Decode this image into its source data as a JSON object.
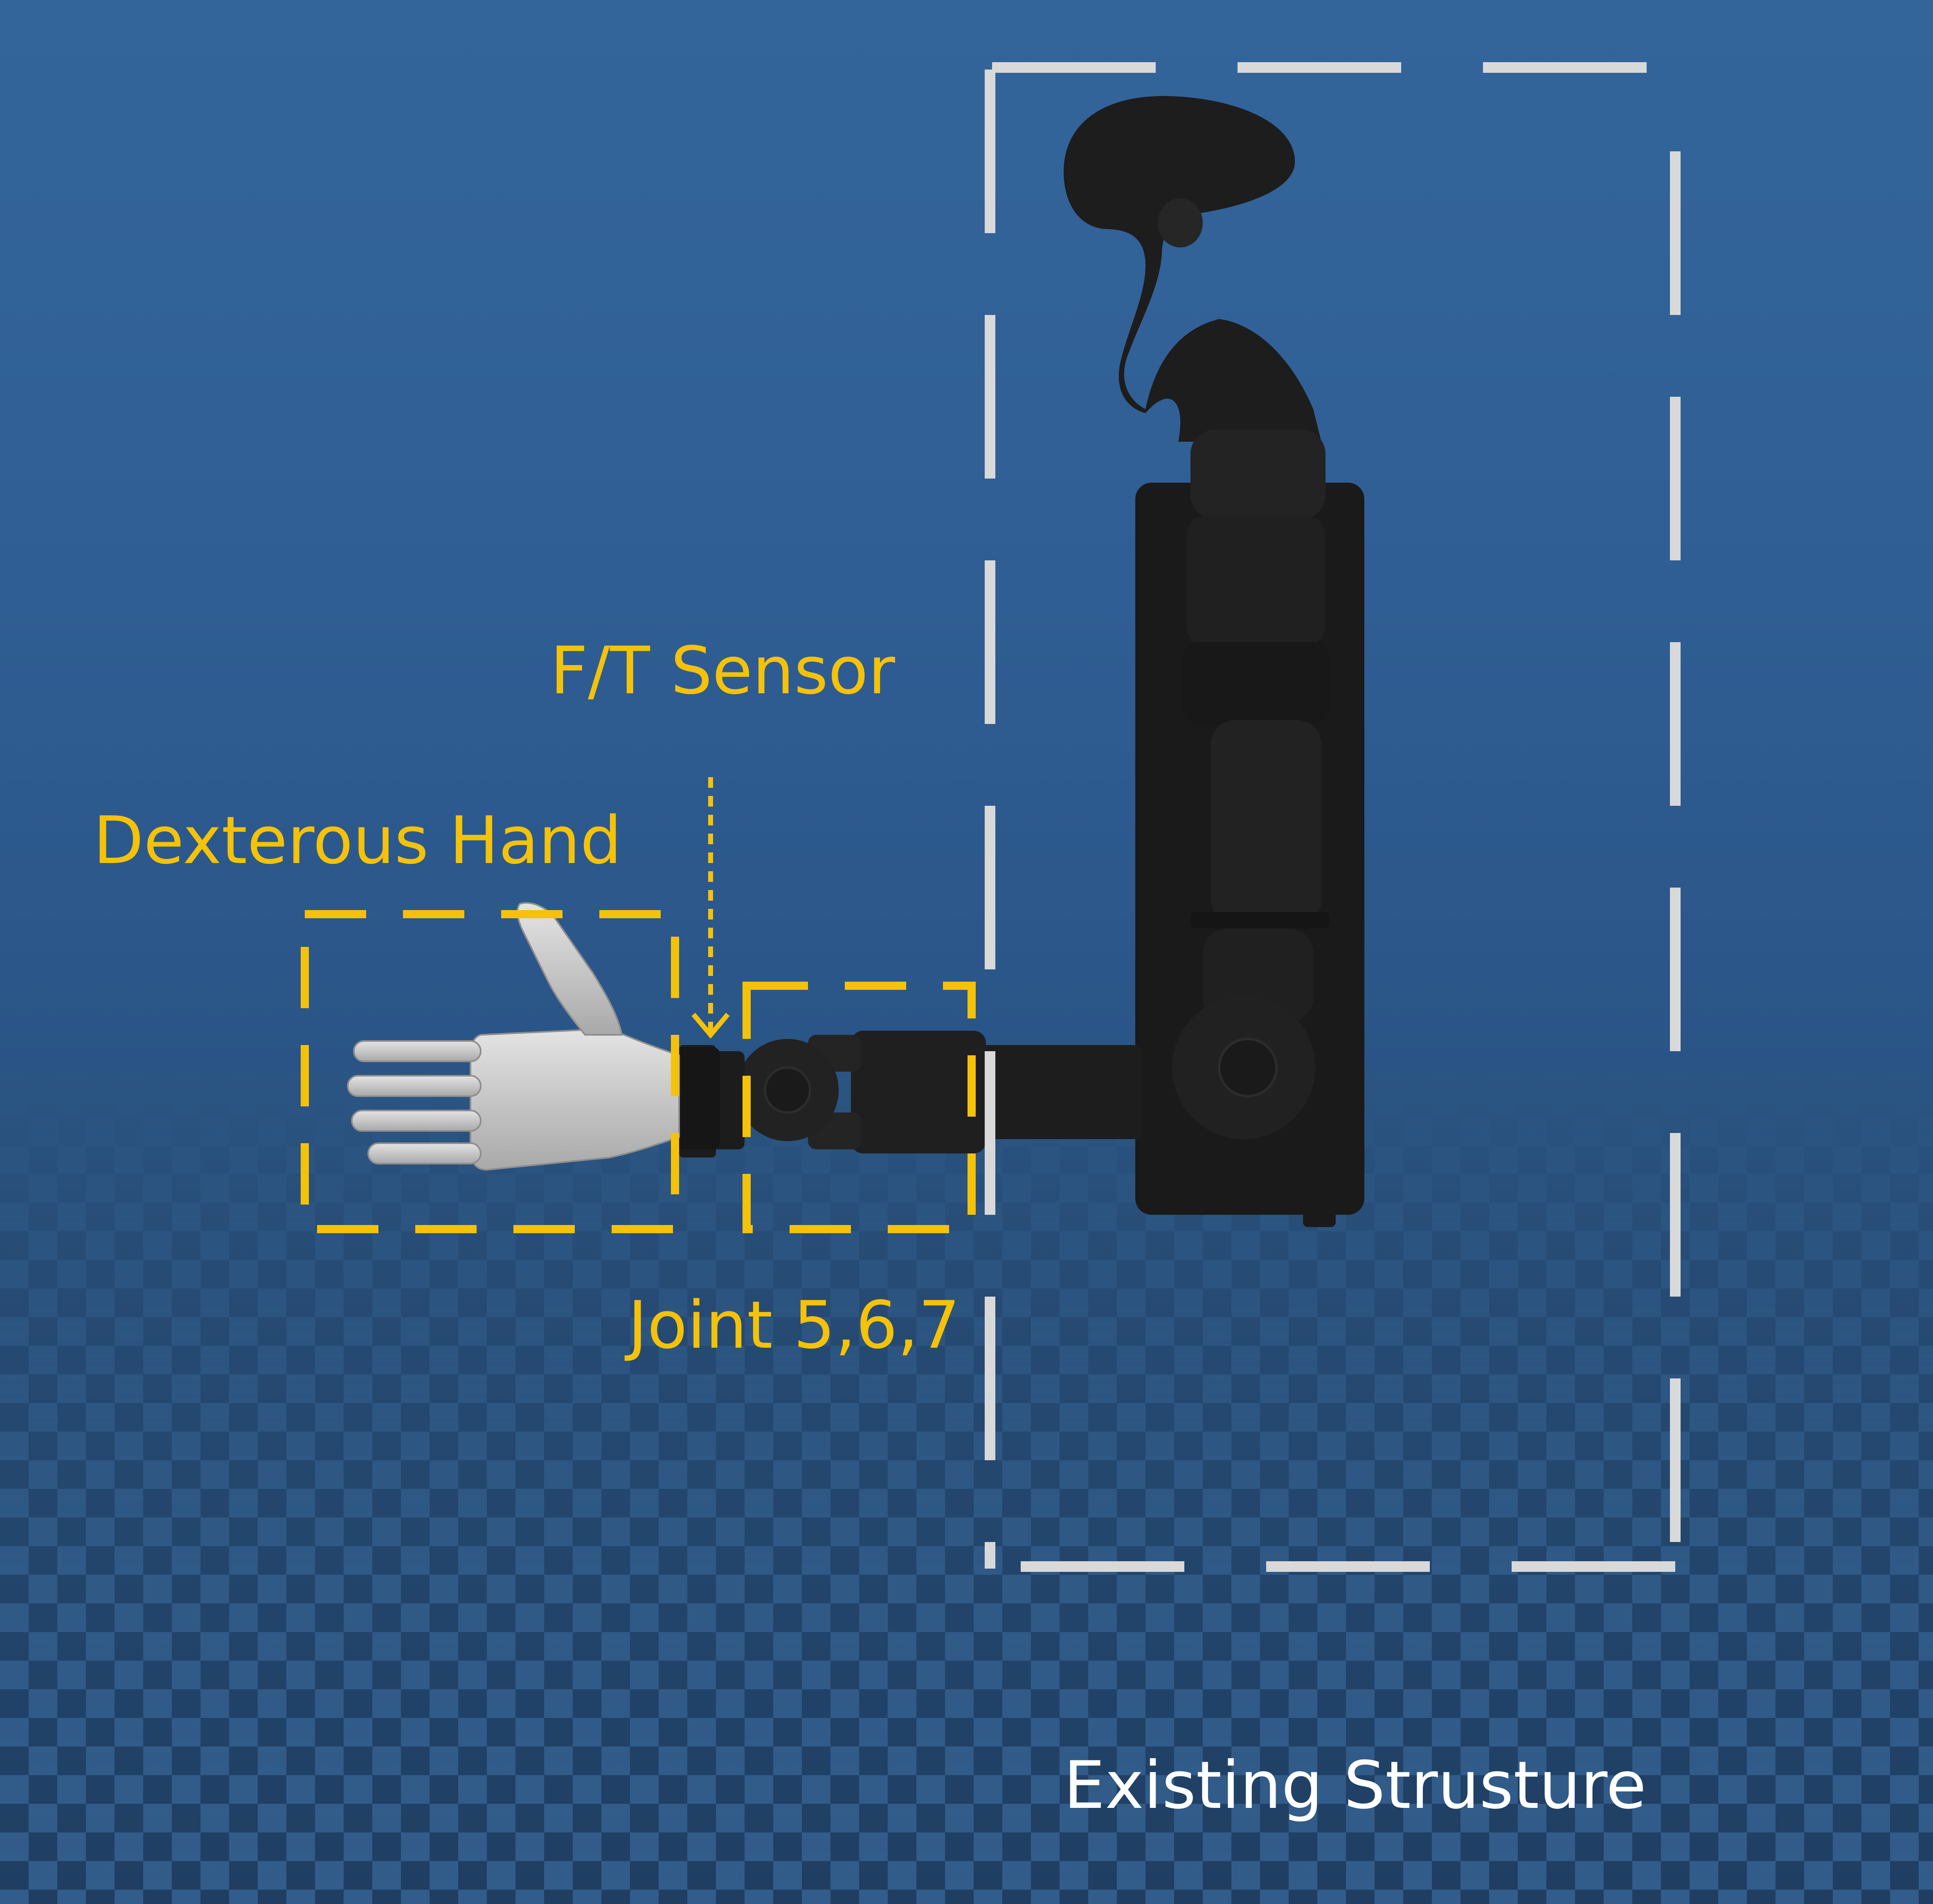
{
  "labels": {
    "ft_sensor": "F/T Sensor",
    "dexterous_hand": "Dexterous Hand",
    "joints": "Joint 5,6,7",
    "existing_structure": "Existing Strusture"
  },
  "colors": {
    "background": "#2f5f95",
    "annotation_accent": "#f5c20a",
    "existing_frame": "#d9d9d9",
    "robot_body": "#1d1d1d",
    "hand": "#c9c9c9"
  }
}
